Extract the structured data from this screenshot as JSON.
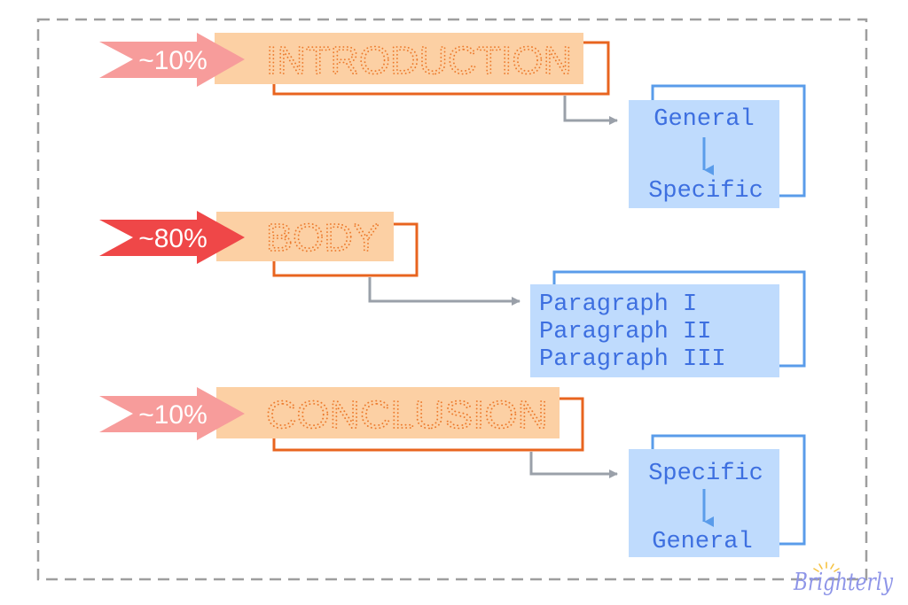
{
  "sections": [
    {
      "percent": "~10%",
      "title": "INTRODUCTION",
      "lines": [
        "General",
        "Specific"
      ]
    },
    {
      "percent": "~80%",
      "title": "BODY",
      "lines": [
        "Paragraph I",
        "Paragraph II",
        "Paragraph III"
      ]
    },
    {
      "percent": "~10%",
      "title": "CONCLUSION",
      "lines": [
        "Specific",
        "General"
      ]
    }
  ],
  "logo": "Brighterly",
  "colors": {
    "arrow_light": "#f79c9b",
    "arrow_strong": "#ef4748",
    "banner_fill": "#fcd0a4",
    "banner_outline": "#e8641f",
    "box_fill": "#bfdbfd",
    "box_outline": "#5a9cea",
    "connector": "#9aa0a9",
    "frame": "#9e9e9e"
  }
}
